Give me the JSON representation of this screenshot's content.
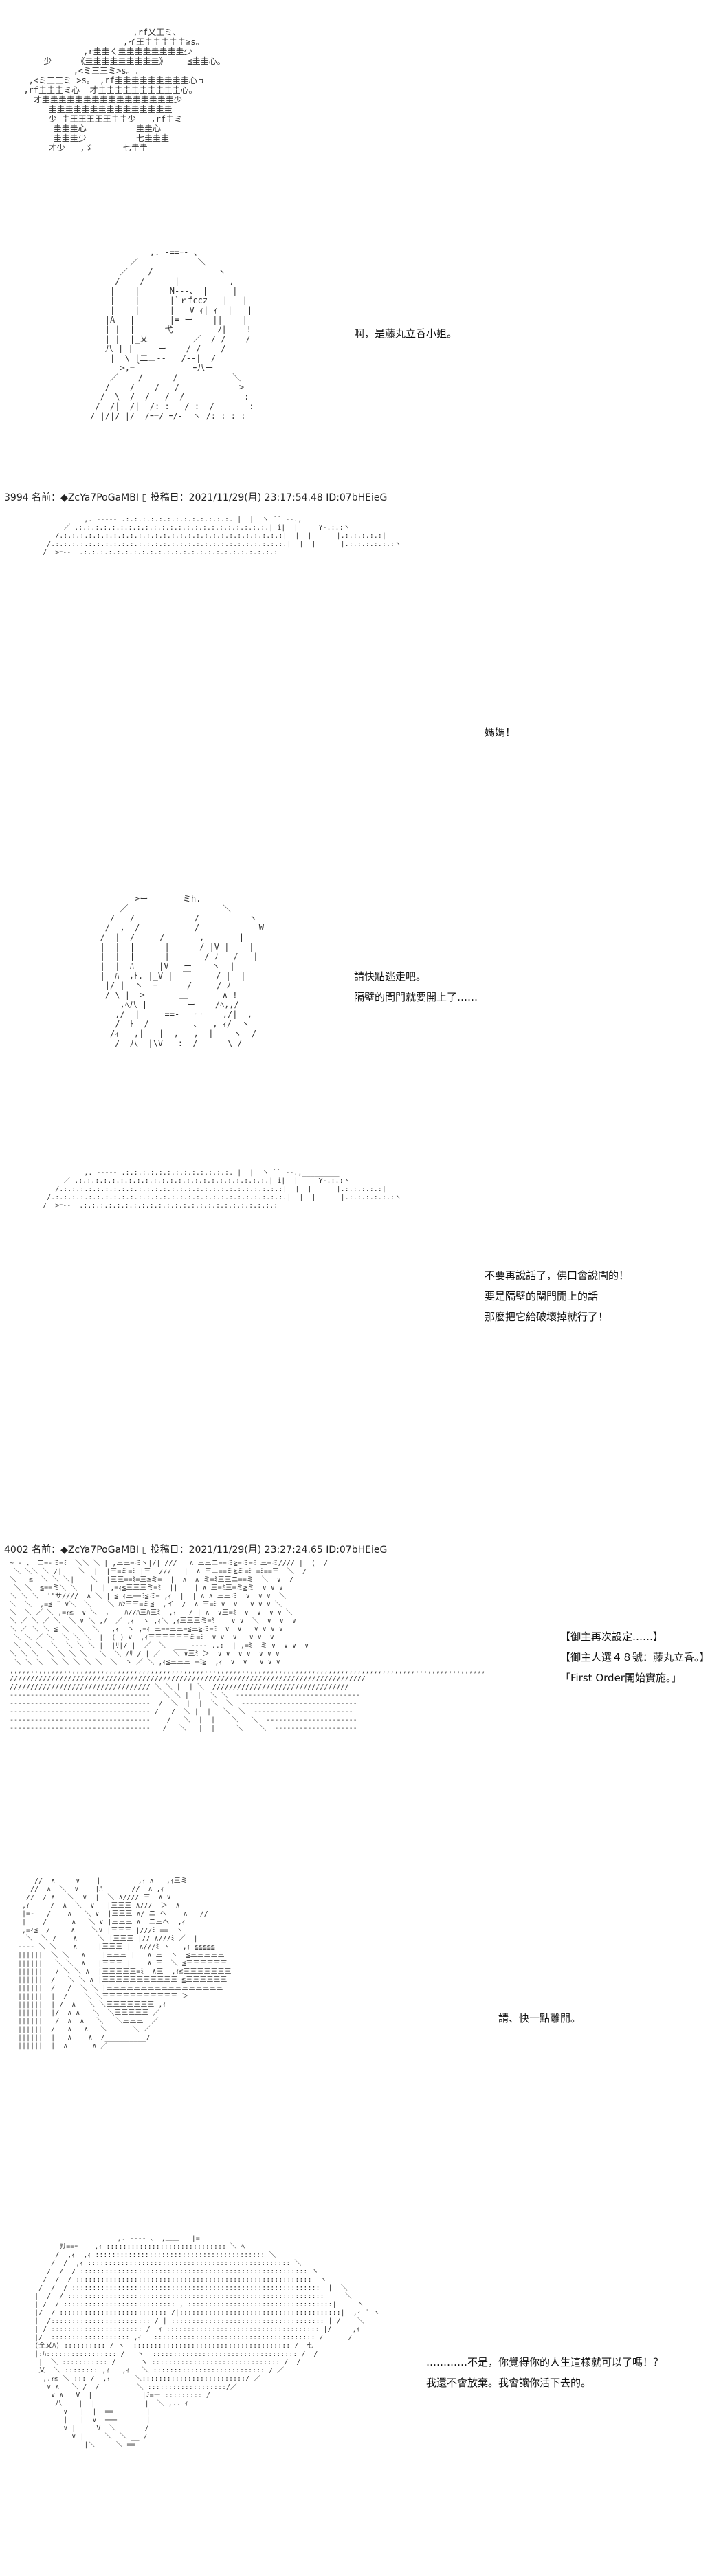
{
  "panels": [
    {
      "dialogue": []
    },
    {
      "dialogue": [
        "啊，是藤丸立香小姐。"
      ]
    },
    {
      "header": "3994 名前：◆ZcYa7PoGaMBI ▯ 投稿日：2021/11/29(月) 23:17:54.48 ID:07bHEieG",
      "dialogue": [
        "媽媽！"
      ]
    },
    {
      "dialogue": [
        "請快點逃走吧。",
        "隔壁的閘門就要開上了……"
      ]
    },
    {
      "dialogue": [
        "不要再說話了，佛口會說閘的！",
        "要是隔壁的閘門開上的話",
        "那麼把它給破壞掉就行了！"
      ]
    },
    {
      "header": "4002 名前：◆ZcYa7PoGaMBI ▯ 投稿日：2021/11/29(月) 23:27:24.65 ID:07bHEieG",
      "dialogue": [
        "【御主再次設定……】",
        "【御主人選４８號：藤丸立香。】",
        "「First Order開始實施。」"
      ]
    },
    {
      "dialogue": [
        "請、快一點離開。"
      ]
    },
    {
      "dialogue": [
        "…………不是，你覺得你的人生這樣就可以了嗎！？",
        "我還不會放棄。我會讓你活下去的。"
      ]
    }
  ]
}
